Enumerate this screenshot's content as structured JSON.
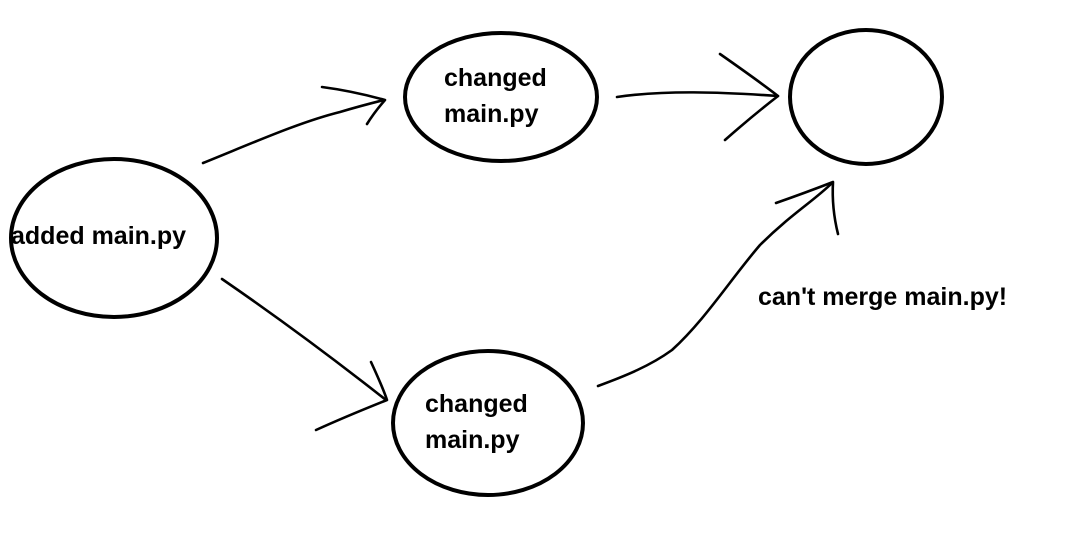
{
  "diagram": {
    "nodes": {
      "root": {
        "text": "added main.py"
      },
      "top_change": {
        "line1": "changed",
        "line2": "main.py"
      },
      "bottom_change": {
        "line1": "changed",
        "line2": "main.py"
      },
      "merge": {
        "text": ""
      }
    },
    "annotation": "can't merge main.py!"
  }
}
